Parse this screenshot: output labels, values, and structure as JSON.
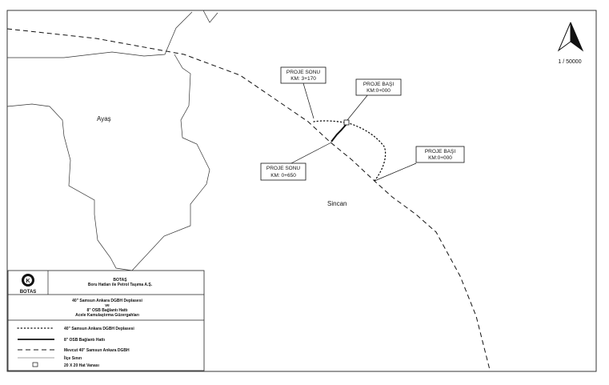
{
  "map": {
    "scale": "1 / 50000",
    "places": {
      "ayas": "Ayaş",
      "sincan": "Sincan"
    },
    "callouts": {
      "proje_sonu_top": {
        "title": "PROJE SONU",
        "km": "KM: 3+170"
      },
      "proje_basi_top": {
        "title": "PROJE BAŞI",
        "km": "KM:0+000"
      },
      "proje_sonu_left": {
        "title": "PROJE SONU",
        "km": "KM: 0+650"
      },
      "proje_basi_right": {
        "title": "PROJE BAŞI",
        "km": "KM:0+000"
      }
    }
  },
  "legend": {
    "company_short": "BOTAŞ",
    "company_name": "Boru Hatları ile Petrol Taşıma A.Ş.",
    "logo_text": "BOTAS",
    "project_line1": "40\" Samsun Ankara DGBH Deplasesi",
    "project_line2": "ve",
    "project_line3": "8\" OSB Bağlantı Hattı",
    "project_line4": "Acele Kamulaştırma Güzergahları",
    "items": [
      {
        "label": "40\" Samsun Ankara DGBH Deplasesi"
      },
      {
        "label": "8\" OSB Bağlantı Hattı"
      },
      {
        "label": "Mevcut 40\" Samsun Ankara DGBH"
      },
      {
        "label": "İlçe Sınırı"
      },
      {
        "label": "20 X 20 Hat Vanası"
      }
    ]
  }
}
